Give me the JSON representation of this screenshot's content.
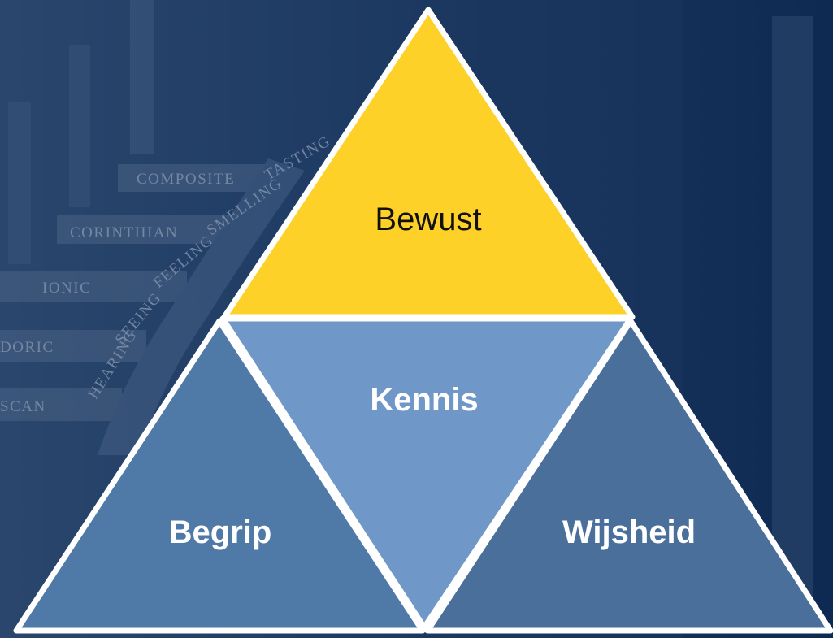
{
  "background": {
    "color": "#0f2d57",
    "labels": {
      "composite": "COMPOSITE",
      "corinthian": "CORINTHIAN",
      "ionic": "IONIC",
      "doric": "DORIC",
      "tuscan": "SCAN",
      "tasting": "TASTING",
      "smelling": "SMELLING",
      "feeling": "FEELING",
      "seeing": "SEEING",
      "hearing": "HEARING"
    }
  },
  "pyramid": {
    "top": {
      "label": "Bewust",
      "color": "#fdd128",
      "text_color": "#111111"
    },
    "center": {
      "label": "Kennis",
      "color": "#6f98c8",
      "text_color": "#ffffff"
    },
    "left": {
      "label": "Begrip",
      "color": "#4f79a6",
      "text_color": "#ffffff"
    },
    "right": {
      "label": "Wijsheid",
      "color": "#4a6f9b",
      "text_color": "#ffffff"
    },
    "outline_color": "#ffffff"
  }
}
